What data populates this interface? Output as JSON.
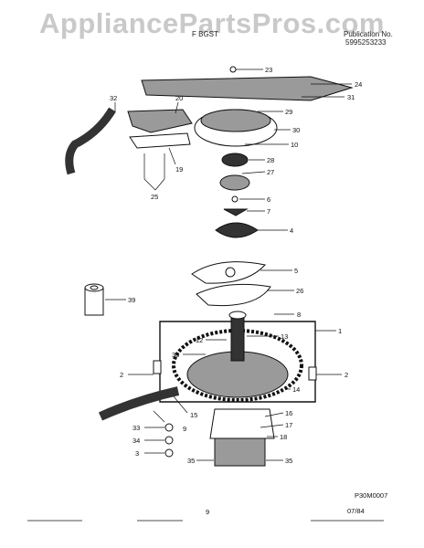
{
  "watermark": "AppliancePartsPros.com",
  "header": {
    "model_fragment": "F BGST",
    "publication_label": "Publication No.",
    "publication_number": "5995253233"
  },
  "callouts": {
    "c23": "23",
    "c24": "24",
    "c31": "31",
    "c32": "32",
    "c20": "20",
    "c29": "29",
    "c30": "30",
    "c10": "10",
    "c19": "19",
    "c28": "28",
    "c27": "27",
    "c25": "25",
    "c6": "6",
    "c7": "7",
    "c4": "4",
    "c5": "5",
    "c26": "26",
    "c39": "39",
    "c8": "8",
    "c1": "1",
    "c12": "12",
    "c13": "13",
    "c38": "38",
    "c2a": "2",
    "c2b": "2",
    "c14": "14",
    "c15": "15",
    "c16": "16",
    "c17": "17",
    "c9": "9",
    "c33": "33",
    "c34": "34",
    "c3": "3",
    "c18": "18",
    "c35a": "35",
    "c35b": "35"
  },
  "figure_code": "P30M0007",
  "footer": {
    "page": "9",
    "date": "07/84"
  }
}
